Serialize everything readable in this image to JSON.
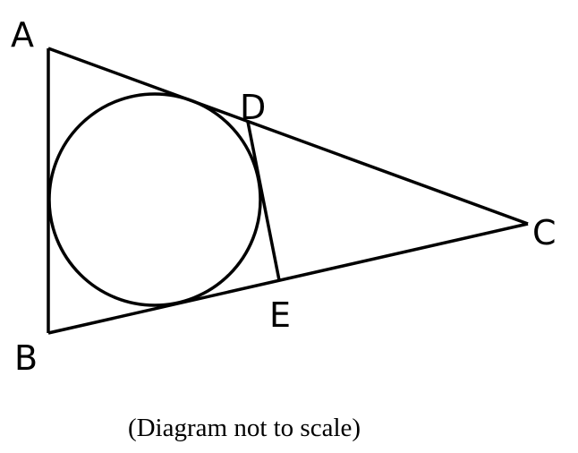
{
  "diagram": {
    "points": {
      "A": "A",
      "B": "B",
      "C": "C",
      "D": "D",
      "E": "E"
    },
    "caption": "(Diagram not to scale)"
  }
}
